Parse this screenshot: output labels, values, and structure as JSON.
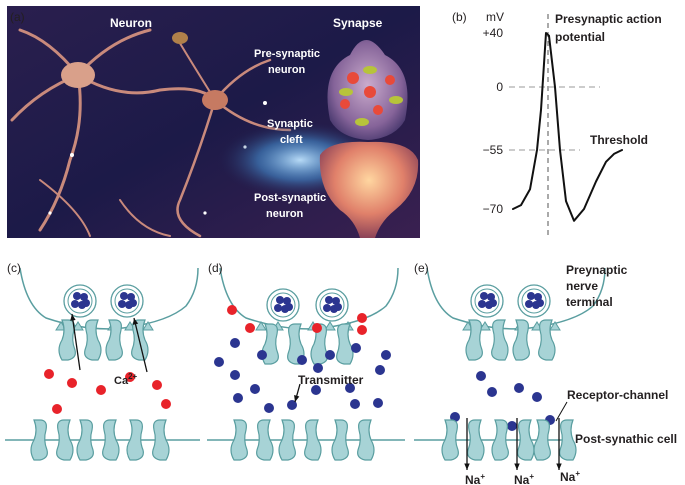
{
  "panels": {
    "a": {
      "tag": "(a)",
      "neuron_label": "Neuron",
      "synapse_label": "Synapse",
      "pre_label_1": "Pre-synaptic",
      "pre_label_2": "neuron",
      "cleft_label_1": "Synaptic",
      "cleft_label_2": "cleft",
      "post_label_1": "Post-synaptic",
      "post_label_2": "neuron"
    },
    "b": {
      "tag": "(b)",
      "unit": "mV",
      "ticks": [
        "+40",
        "0",
        "−55",
        "−70"
      ],
      "title_1": "Presynaptic action",
      "title_2": "potential",
      "threshold_label": "Threshold"
    },
    "c": {
      "tag": "(c)",
      "ca_label": "Ca",
      "ca_sup": "2+"
    },
    "d": {
      "tag": "(d)",
      "transmitter_label": "Transmitter"
    },
    "e": {
      "tag": "(e)",
      "terminal_1": "Preynaptic",
      "terminal_2": "nerve",
      "terminal_3": "terminal",
      "receptor_label": "Receptor-channel",
      "post_cell_label": "Post-synathic cell",
      "na_label": "Na",
      "na_sup": "+"
    }
  },
  "colors": {
    "membrane": "#5a9ea0",
    "channel_fill": "#a7d3d6",
    "calcium": "#e8232a",
    "transmitter": "#2b3590",
    "photo_bg": "#1a1640"
  },
  "chart_data": {
    "type": "line",
    "title": "Presynaptic action potential",
    "ylabel": "mV",
    "ylim": [
      -75,
      45
    ],
    "yticks": [
      40,
      0,
      -55,
      -70
    ],
    "threshold": -55,
    "series": [
      {
        "values": [
          -70,
          -69,
          -65,
          -55,
          -20,
          40,
          38,
          0,
          -55,
          -68,
          -73,
          -70,
          -63,
          -58,
          -56,
          -55
        ]
      }
    ]
  }
}
